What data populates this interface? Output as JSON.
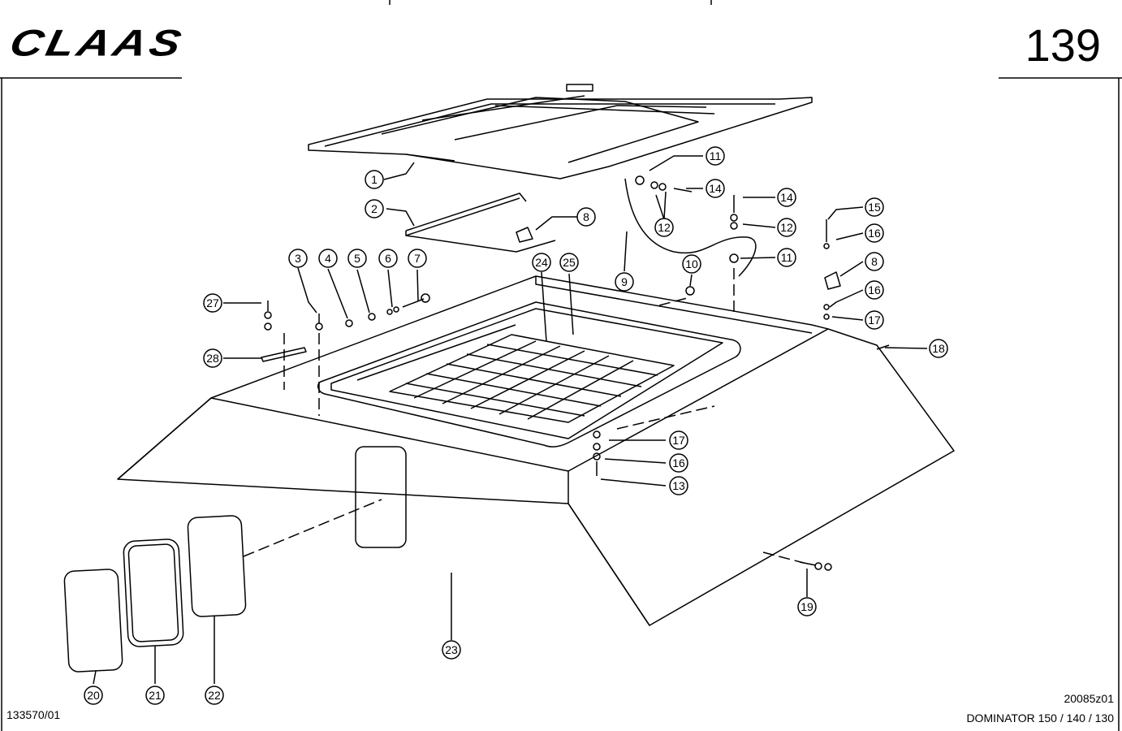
{
  "header": {
    "brand": "CLAAS",
    "page_number": "139"
  },
  "footer": {
    "doc_number": "133570/01",
    "drawing_code": "20085z01",
    "model": "DOMINATOR 150 / 140 / 130"
  },
  "callouts": [
    "1",
    "2",
    "3",
    "4",
    "5",
    "6",
    "7",
    "8",
    "8",
    "9",
    "10",
    "11",
    "11",
    "12",
    "12",
    "13",
    "14",
    "14",
    "15",
    "16",
    "16",
    "16",
    "17",
    "17",
    "18",
    "19",
    "20",
    "21",
    "22",
    "23",
    "24",
    "25",
    "27",
    "28"
  ],
  "colors": {
    "ink": "#000000",
    "paper": "#ffffff"
  }
}
